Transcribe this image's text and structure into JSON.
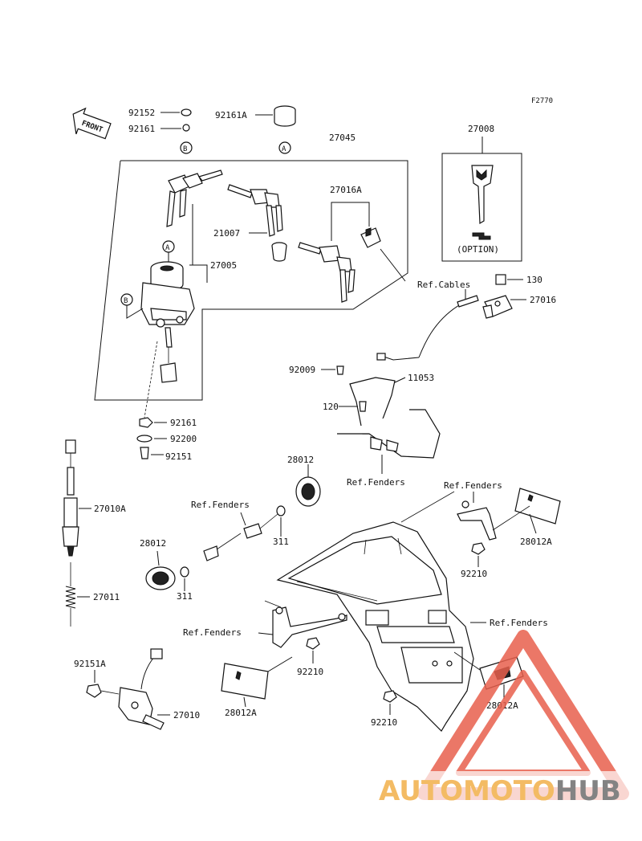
{
  "figure_code": "F2770",
  "front_label": "FRONT",
  "option_label": "(OPTION)",
  "circle_a": "A",
  "circle_b": "B",
  "labels": {
    "p92152": "92152",
    "p92161_top": "92161",
    "p92161A": "92161A",
    "p27045": "27045",
    "p27008": "27008",
    "p27016A": "27016A",
    "p21007": "21007",
    "p27005": "27005",
    "p130": "130",
    "ref_cables": "Ref.Cables",
    "p27016": "27016",
    "p92009": "92009",
    "p11053": "11053",
    "p120": "120",
    "p92161_low": "92161",
    "p92200": "92200",
    "p92151": "92151",
    "ref_fenders_1": "Ref.Fenders",
    "p28012_top": "28012",
    "ref_fenders_2": "Ref.Fenders",
    "p27010A": "27010A",
    "ref_fenders_3": "Ref.Fenders",
    "p28012A_right": "28012A",
    "p311_right": "311",
    "p28012_left": "28012",
    "p92210_right": "92210",
    "p311_left": "311",
    "p27011": "27011",
    "ref_fenders_4": "Ref.Fenders",
    "ref_fenders_5": "Ref.Fenders",
    "p92151A": "92151A",
    "p92210_mid": "92210",
    "p27010": "27010",
    "p28012A_left": "28012A",
    "p92210_bottom": "92210",
    "p28012A_lower": "28012A"
  },
  "watermark": {
    "part1": "AUTOMOTO",
    "part2": "HUB",
    "color_accent": "#e8604d",
    "color_gold": "#f2b04a",
    "color_gray": "#6e6e6e"
  }
}
